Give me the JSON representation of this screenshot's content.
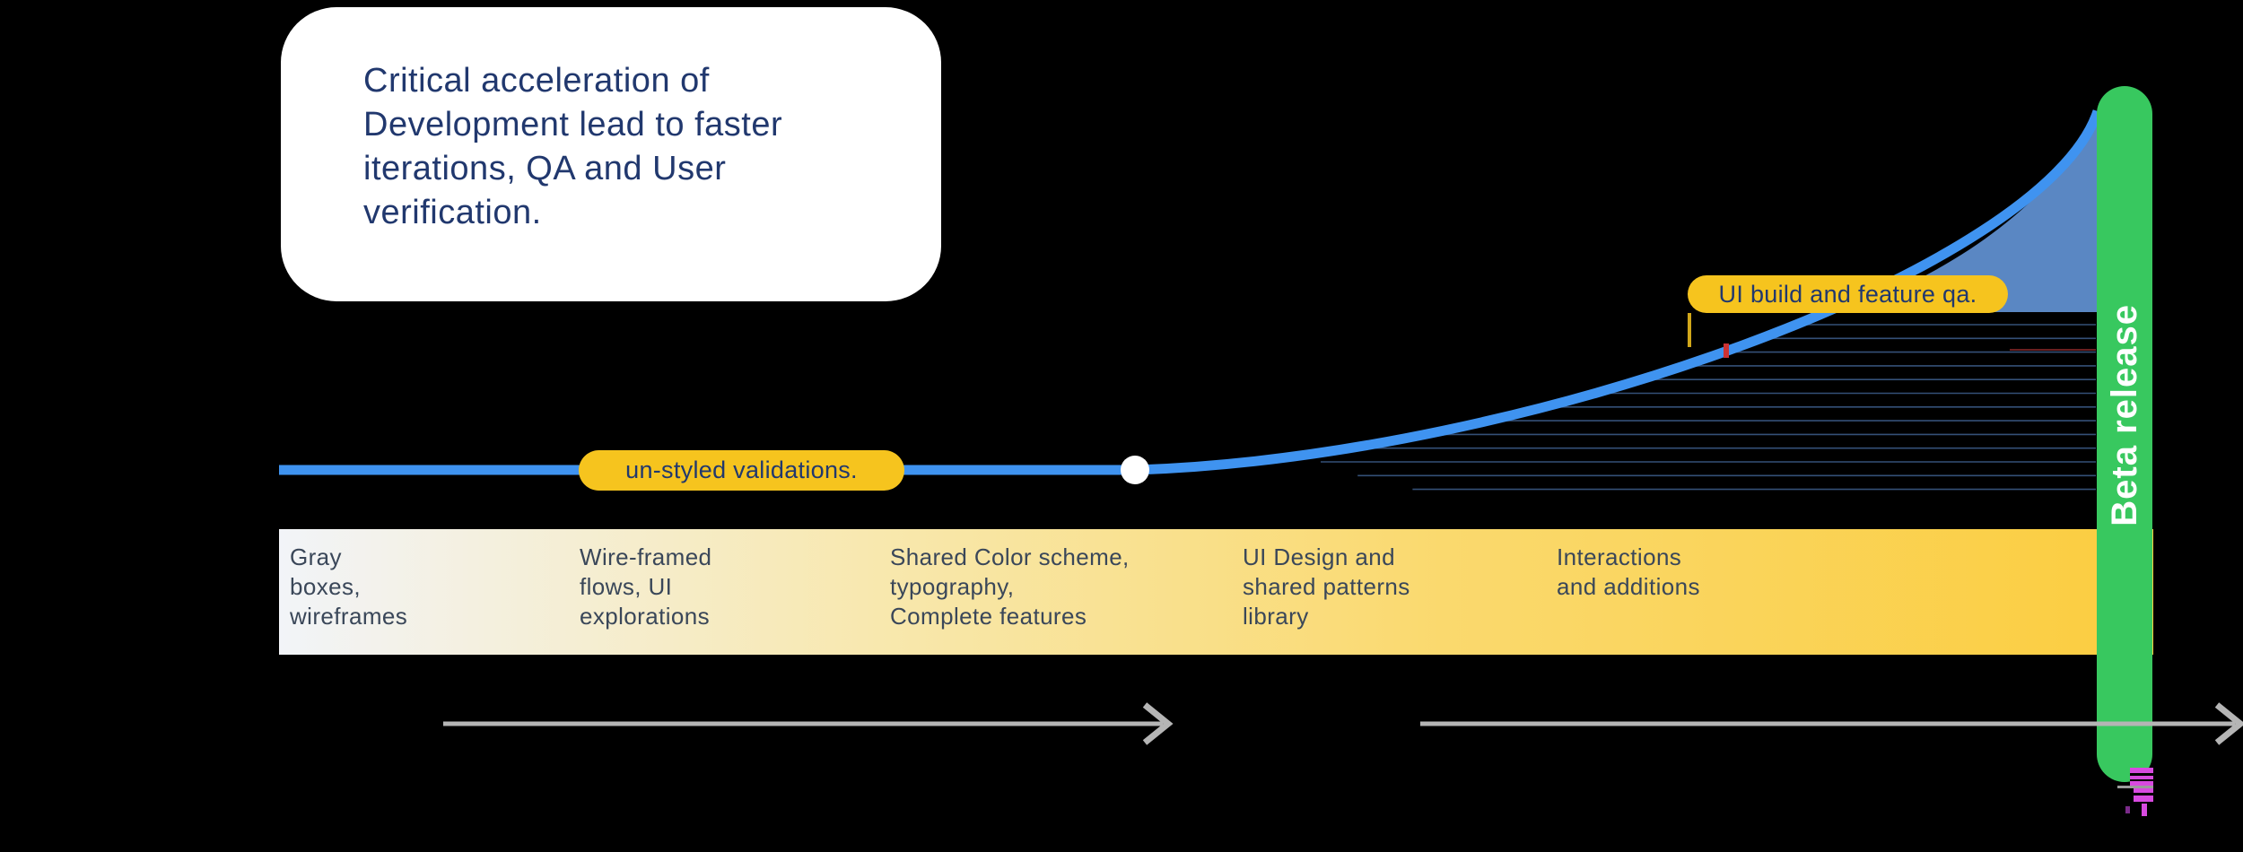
{
  "bubble": {
    "text": "Critical acceleration of\nDevelopment lead to faster\niterations, QA and User\nverification."
  },
  "pills": {
    "unstyled": "un-styled validations.",
    "ui_build": "UI build and feature qa."
  },
  "beta_bar": {
    "label": "Beta release"
  },
  "band": {
    "items": [
      {
        "text": "Gray\nboxes,\nwireframes"
      },
      {
        "text": "Wire-framed\nflows, UI\nexplorations"
      },
      {
        "text": "Shared Color scheme,\ntypography,\nComplete features"
      },
      {
        "text": "UI Design and\nshared patterns\nlibrary"
      },
      {
        "text": "Interactions\nand additions"
      }
    ]
  },
  "colors": {
    "curve_blue": "#3F93F0",
    "fill_blue": "#5A87C3",
    "hatch_blue": "#5E92D9",
    "pill_yellow": "#F6C41E",
    "bar_green": "#38C85F",
    "navy_text": "#21386E",
    "band_text": "#3A4759",
    "arrow_gray": "#B5B5B5",
    "glitch_magenta": "#D84AE0"
  }
}
